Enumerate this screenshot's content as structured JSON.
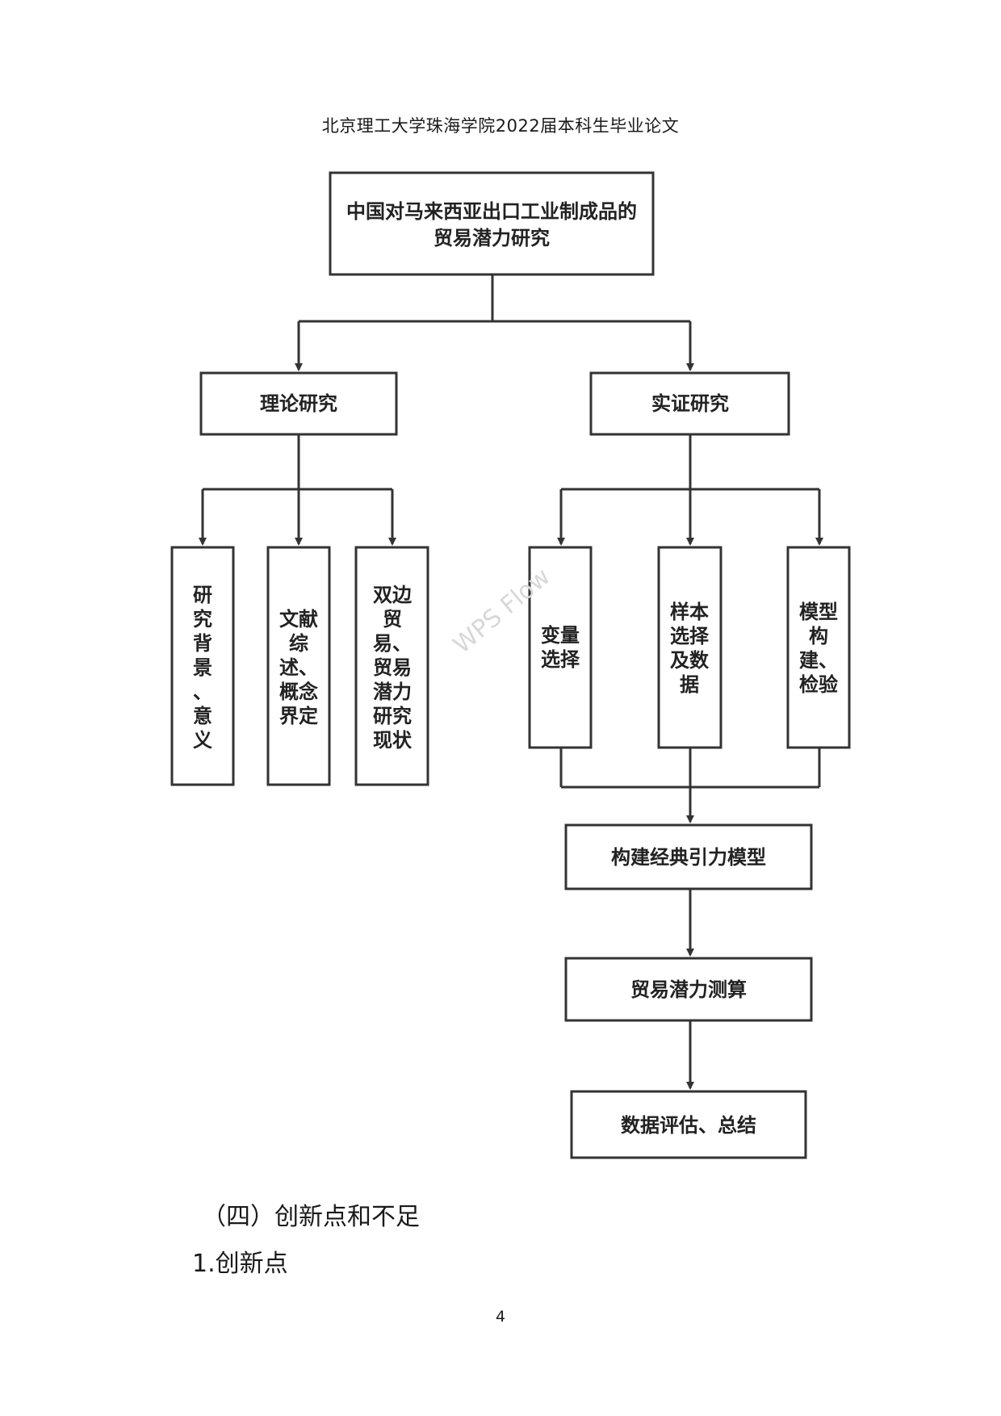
{
  "header": {
    "running_title": "北京理工大学珠海学院2022届本科生毕业论文"
  },
  "flowchart": {
    "root": {
      "lines": [
        "中国对马来西亚出口工业制成品的",
        "贸易潜力研究"
      ]
    },
    "theory": {
      "label": "理论研究"
    },
    "empirical": {
      "label": "实证研究"
    },
    "theory_children": [
      {
        "lines": [
          "研",
          "究",
          "背",
          "景",
          "、",
          "意",
          "义"
        ]
      },
      {
        "lines": [
          "文献",
          "综",
          "述、",
          "概念",
          "界定"
        ]
      },
      {
        "lines": [
          "双边",
          "贸",
          "易、",
          "贸易",
          "潜力",
          "研究",
          "现状"
        ]
      }
    ],
    "empirical_children": [
      {
        "lines": [
          "变量",
          "选择"
        ]
      },
      {
        "lines": [
          "样本",
          "选择",
          "及数",
          "据"
        ]
      },
      {
        "lines": [
          "模型",
          "构",
          "建、",
          "检验"
        ]
      }
    ],
    "steps": [
      {
        "label": "构建经典引力模型"
      },
      {
        "label": "贸易潜力测算"
      },
      {
        "label": "数据评估、总结"
      }
    ],
    "edge_color": "#333333"
  },
  "watermark": {
    "text": "WPS Flow"
  },
  "sections": {
    "heading": "（四）创新点和不足",
    "subheading": "1.创新点"
  },
  "footer": {
    "page_number": "4"
  }
}
